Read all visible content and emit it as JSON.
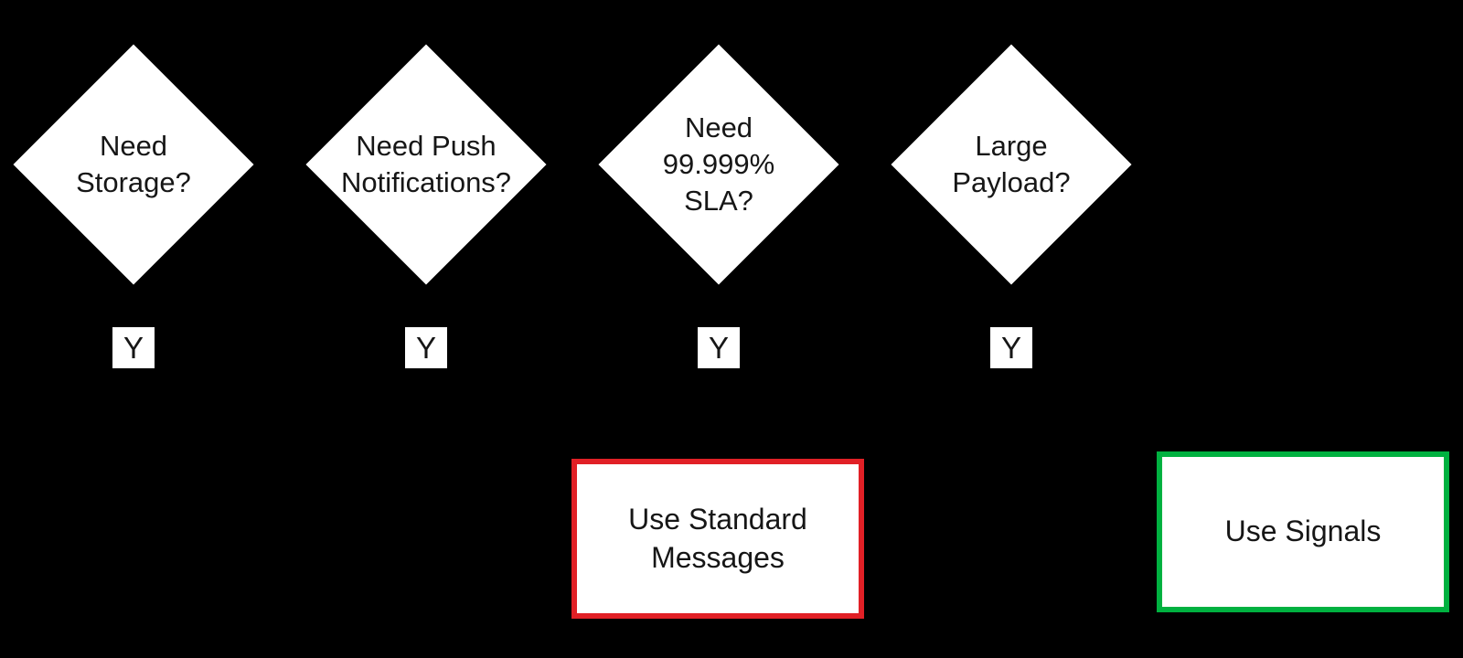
{
  "diagram": {
    "type": "flowchart-decision-chain",
    "background": "#000000",
    "colors": {
      "node_fill": "#ffffff",
      "node_text": "#161616",
      "reject_border": "#e12026",
      "accept_border": "#00b140"
    },
    "decisions": [
      {
        "label": "Need\nStorage?",
        "yes_label": "Y"
      },
      {
        "label": "Need Push\nNotifications?",
        "yes_label": "Y"
      },
      {
        "label": "Need\n99.999%\nSLA?",
        "yes_label": "Y"
      },
      {
        "label": "Large\nPayload?",
        "yes_label": "Y"
      }
    ],
    "results": [
      {
        "label": "Use Standard\nMessages",
        "type": "reject"
      },
      {
        "label": "Use Signals",
        "type": "accept"
      }
    ]
  }
}
